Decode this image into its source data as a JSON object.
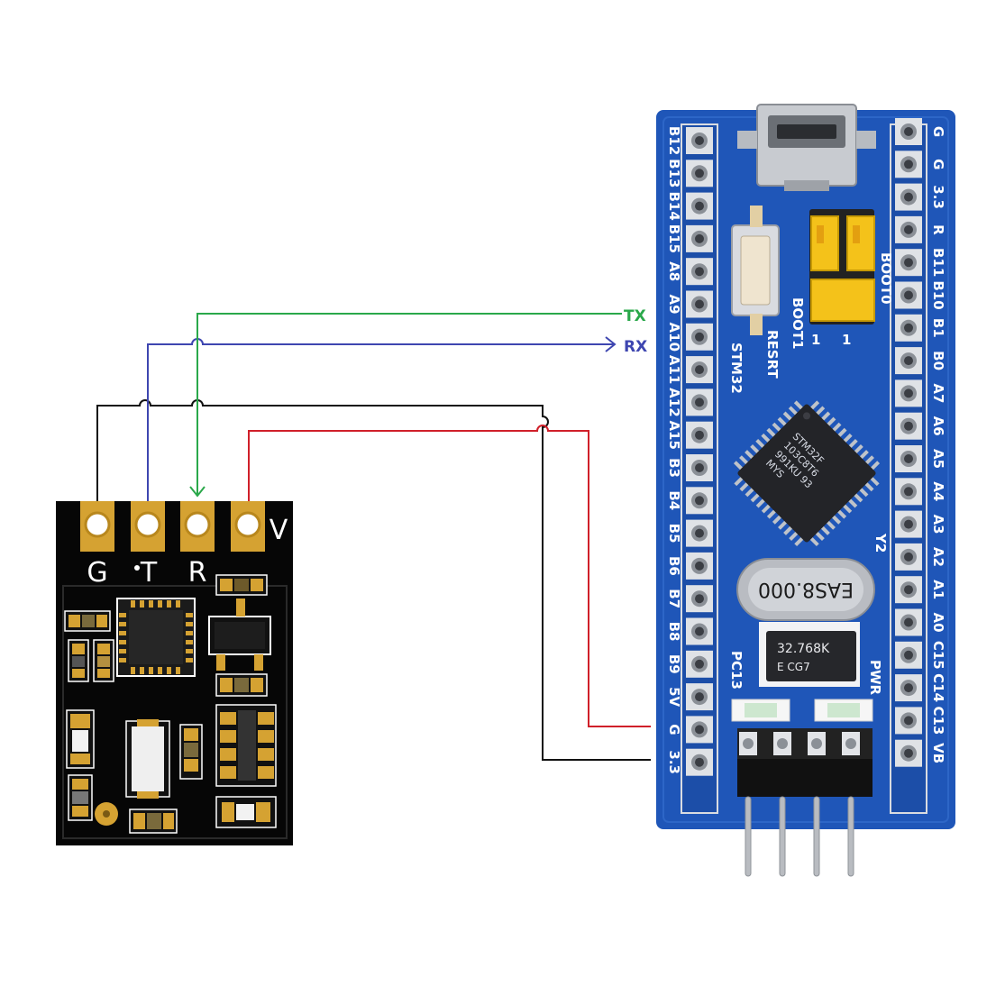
{
  "wires": {
    "tx_label": "TX",
    "rx_label": "RX",
    "colors": {
      "tx": "#2aa84a",
      "rx": "#3e46b0",
      "gnd": "#111111",
      "vcc": "#d0202a"
    }
  },
  "module": {
    "pads": [
      {
        "label": "G"
      },
      {
        "label": "T"
      },
      {
        "label": "R"
      },
      {
        "label": "V"
      }
    ]
  },
  "stm32": {
    "left_pins": [
      "B12",
      "B13",
      "B14",
      "B15",
      "A8",
      "A9",
      "A10",
      "A11",
      "A12",
      "A15",
      "B3",
      "B4",
      "B5",
      "B6",
      "B7",
      "B8",
      "B9",
      "5V",
      "G",
      "3.3"
    ],
    "right_pins": [
      "G",
      "G",
      "3.3",
      "R",
      "B11",
      "B10",
      "B1",
      "B0",
      "A7",
      "A6",
      "A5",
      "A4",
      "A3",
      "A2",
      "A1",
      "A0",
      "C15",
      "C14",
      "C13",
      "VB"
    ],
    "silk": {
      "stm32": "STM32",
      "resrt": "RESRT",
      "boot0": "BOOT0",
      "boot1": "BOOT1",
      "pc13": "PC13",
      "pwr": "PWR",
      "y2": "Y2",
      "jumper_1a": "1",
      "jumper_1b": "1"
    },
    "crystal_main": "EAS8.000",
    "crystal_rtc_line1": "32.768K",
    "crystal_rtc_line2": "E   CG7",
    "mcu_lines": [
      "STM32F",
      "103C8T6",
      "991KU 93",
      "MYS"
    ],
    "colors": {
      "board": "#1f56b8",
      "pin_header": "#c9ccd1"
    }
  }
}
